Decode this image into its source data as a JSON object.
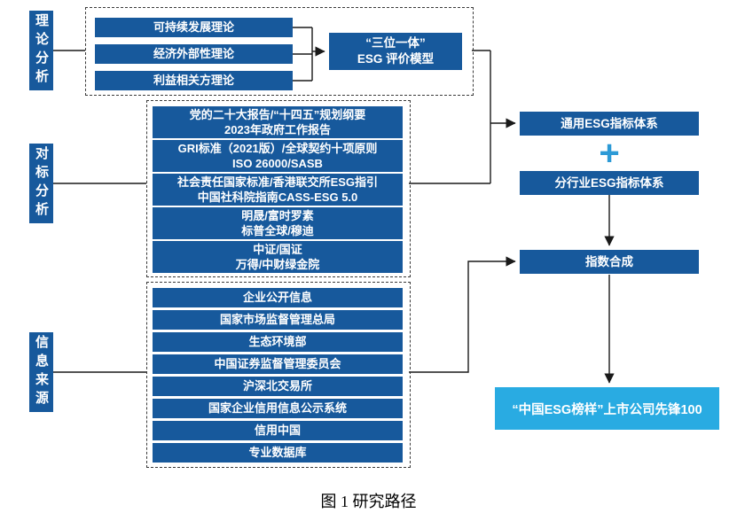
{
  "caption": "图 1 研究路径",
  "sections": {
    "theory": {
      "label": "理论分析",
      "items": [
        "可持续发展理论",
        "经济外部性理论",
        "利益相关方理论"
      ],
      "model": "“三位一体”\nESG 评价模型"
    },
    "benchmark": {
      "label": "对标分析",
      "items": [
        "党的二十大报告/“十四五”规划纲要\n2023年政府工作报告",
        "GRI标准（2021版）/全球契约十项原则\nISO 26000/SASB",
        "社会责任国家标准/香港联交所ESG指引\n中国社科院指南CASS-ESG 5.0",
        "明晟/富时罗素\n标普全球/穆迪",
        "中证/国证\n万得/中财绿金院"
      ]
    },
    "sources": {
      "label": "信息来源",
      "items": [
        "企业公开信息",
        "国家市场监督管理总局",
        "生态环境部",
        "中国证券监督管理委员会",
        "沪深北交易所",
        "国家企业信用信息公示系统",
        "信用中国",
        "专业数据库"
      ]
    }
  },
  "right": {
    "general_system": "通用ESG指标体系",
    "plus": "+",
    "industry_system": "分行业ESG指标体系",
    "index_synthesis": "指数合成",
    "final": "“中国ESG榜样”上市公司先锋100"
  },
  "colors": {
    "box_blue": "#17599C",
    "final_cyan": "#29ABE2",
    "plus_blue": "#2C9AD6",
    "line_black": "#1a1a1a"
  }
}
